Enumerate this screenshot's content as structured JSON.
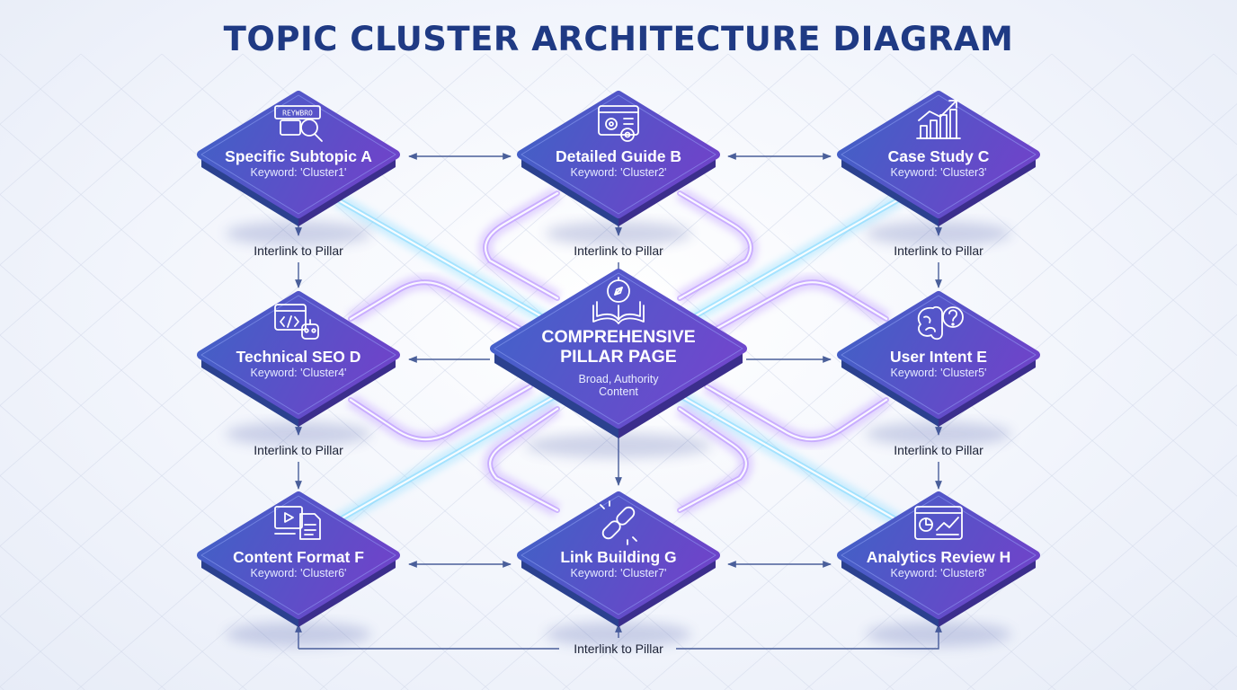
{
  "title": "TOPIC CLUSTER ARCHITECTURE DIAGRAM",
  "pillar": {
    "title_line1": "COMPREHENSIVE",
    "title_line2": "PILLAR PAGE",
    "sub_line1": "Broad, Authority",
    "sub_line2": "Content",
    "icon": "book-compass-icon"
  },
  "clusters": [
    {
      "title": "Specific Subtopic A",
      "keyword": "Keyword: 'Cluster1'",
      "icon": "keyword-search-icon",
      "icon_text": "REYWBRO"
    },
    {
      "title": "Detailed Guide B",
      "keyword": "Keyword: 'Cluster2'",
      "icon": "gear-window-icon"
    },
    {
      "title": "Case Study C",
      "keyword": "Keyword: 'Cluster3'",
      "icon": "bar-chart-icon"
    },
    {
      "title": "Technical SEO D",
      "keyword": "Keyword: 'Cluster4'",
      "icon": "code-robot-icon"
    },
    {
      "title": "User Intent E",
      "keyword": "Keyword: 'Cluster5'",
      "icon": "brain-question-icon"
    },
    {
      "title": "Content Format F",
      "keyword": "Keyword: 'Cluster6'",
      "icon": "video-document-icon"
    },
    {
      "title": "Link Building G",
      "keyword": "Keyword: 'Cluster7'",
      "icon": "chain-link-icon"
    },
    {
      "title": "Analytics Review H",
      "keyword": "Keyword: 'Cluster8'",
      "icon": "analytics-dashboard-icon"
    }
  ],
  "link_label": "Interlink to Pillar",
  "colors": {
    "title": "#1f3a84",
    "tile_left": "#3e5fc2",
    "tile_right": "#6a45c8",
    "tile_side": "#2a3f92",
    "glow_blue": "#7fd9ff",
    "glow_purple": "#b58cff",
    "arrow": "#4a5f9a"
  }
}
